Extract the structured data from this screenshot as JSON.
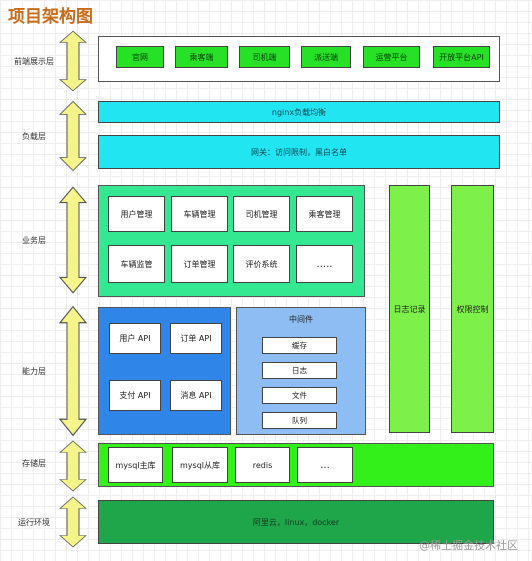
{
  "title": "项目架构图",
  "layers": {
    "frontend": {
      "label": "前端展示层",
      "items": [
        "官网",
        "乘客端",
        "司机端",
        "派送端",
        "运营平台",
        "开放平台API"
      ]
    },
    "load": {
      "label": "负载层",
      "nginx": "nginx负载均衡",
      "gateway": "网关：访问限制，黑白名单"
    },
    "business": {
      "label": "业务层",
      "items": [
        "用户管理",
        "车辆管理",
        "司机管理",
        "乘客管理",
        "车辆监管",
        "订单管理",
        "评价系统",
        "....."
      ]
    },
    "capability": {
      "label": "能力层",
      "apis": [
        "用户 API",
        "订单 API",
        "支付 API",
        "消息 API"
      ],
      "middleware": {
        "title": "中间件",
        "items": [
          "缓存",
          "日志",
          "文件",
          "队列"
        ]
      }
    },
    "storage": {
      "label": "存储层",
      "items": [
        "mysql主库",
        "mysql从库",
        "redis",
        "..."
      ]
    },
    "runtime": {
      "label": "运行环境",
      "env": "阿里云，linux，docker"
    }
  },
  "side": {
    "log": "日志记录",
    "auth": "权限控制"
  },
  "watermark": "@稀土掘金技术社区",
  "colors": {
    "title": "#c96b1a",
    "arrow_fill": "#f4f48a",
    "arrow_stroke": "#555555",
    "front_green": "#26e126",
    "cyan": "#22e5f2",
    "business_green": "#33e890",
    "side_green": "#7ef04a",
    "api_blue": "#2f86e8",
    "middleware_blue": "#8dbdf2",
    "storage_green": "#33f01a",
    "runtime_green": "#1fa64a"
  }
}
